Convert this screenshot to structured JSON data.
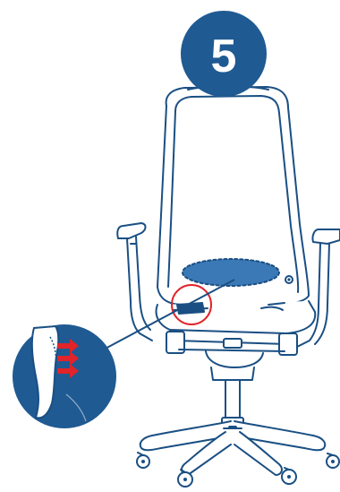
{
  "step": {
    "number": "5"
  },
  "colors": {
    "brand_blue": "#1f5a92",
    "line_navy": "#1a4f83",
    "lumbar_fill": "#3b78b6",
    "highlight_red": "#e0242a",
    "white": "#ffffff"
  },
  "icons": {
    "chair": "office-chair-icon",
    "lumbar_zone": "lumbar-support-zone",
    "adjust_knob": "lumbar-adjust-handle",
    "arrows": "push-forward-arrows-icon"
  }
}
